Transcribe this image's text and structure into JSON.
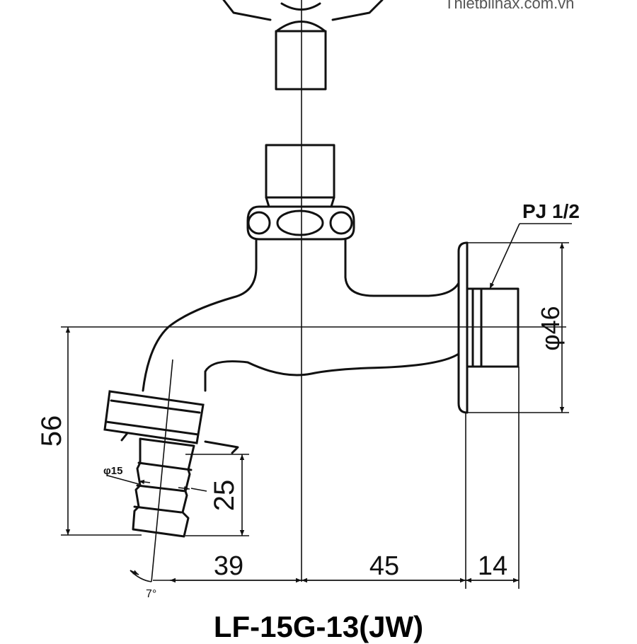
{
  "watermark": "Thietbiinax.com.vn",
  "model": "LF-15G-13(JW)",
  "labels": {
    "thread": "PJ 1/2",
    "diameter_flange": "φ46",
    "diameter_hose": "φ15",
    "height_total": "56",
    "height_hose": "25",
    "width_left": "39",
    "width_mid": "45",
    "width_right": "14",
    "angle": "7°"
  },
  "colors": {
    "line": "#111111",
    "background": "#ffffff"
  }
}
